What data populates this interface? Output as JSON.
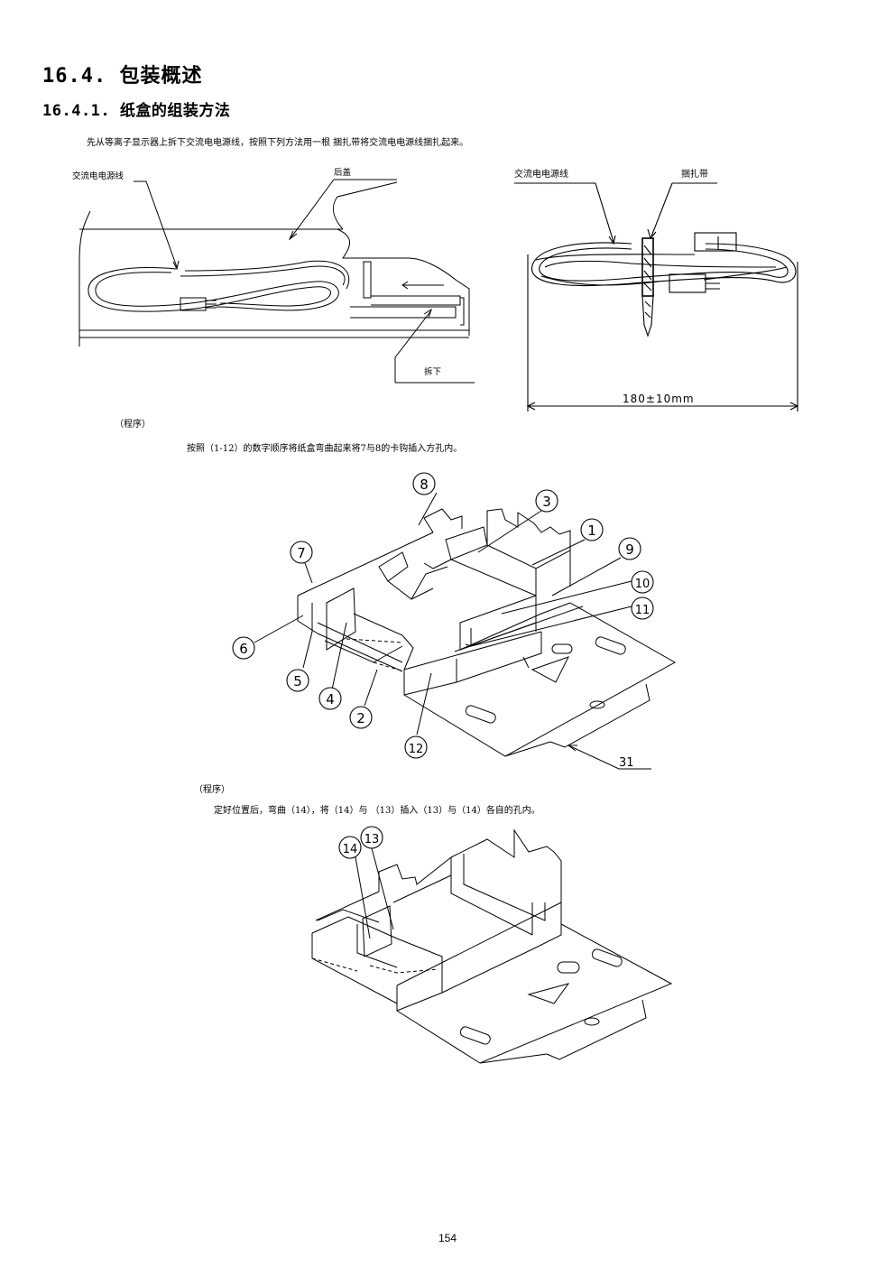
{
  "heading": "16.4.  包装概述",
  "subheading": "16.4.1.  纸盒的组装方法",
  "intro": "先从等离子显示器上拆下交流电电源线，按照下列方法用一根 捆扎带将交流电电源线捆扎起来。",
  "figure1": {
    "label_cord": "交流电电源线",
    "label_cover": "后盖",
    "label_remove": "拆下"
  },
  "figure2": {
    "label_cord": "交流电电源线",
    "label_tie": "捆扎带",
    "dimension": "180±10mm"
  },
  "step1": {
    "heading": "（程序）",
    "text": "按照（1-12）的数字顺序将纸盒弯曲起来将7与8的卡钩插入方孔内。",
    "callouts": [
      "8",
      "3",
      "1",
      "9",
      "10",
      "11",
      "7",
      "6",
      "5",
      "4",
      "2",
      "12"
    ],
    "part_number": "31"
  },
  "step2": {
    "heading": "（程序）",
    "text": "定好位置后，弯曲（14），将（14）与 （13）插入（13）与（14）各自的孔内。",
    "callouts": [
      "14",
      "13"
    ]
  },
  "page_number": "154"
}
